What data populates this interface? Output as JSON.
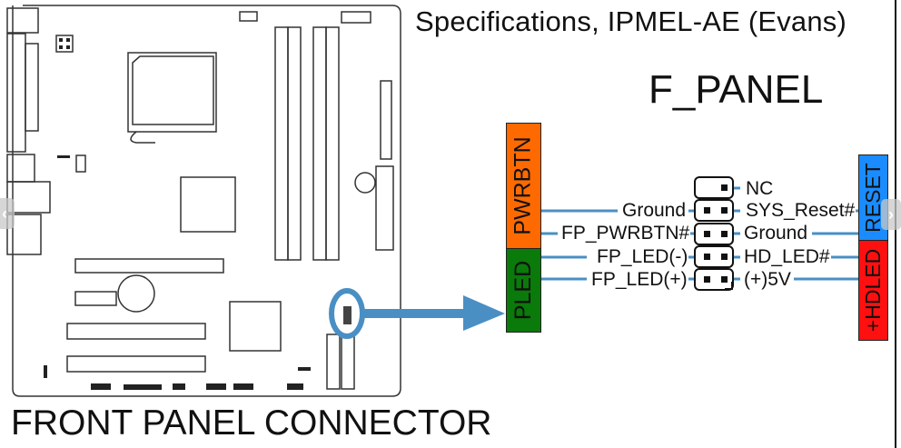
{
  "title": "Specifications, IPMEL-AE (Evans)",
  "header_name": "F_PANEL",
  "caption": "FRONT PANEL CONNECTOR",
  "colors": {
    "pwrbtn": "#ff6a00",
    "pled": "#0a7a0a",
    "reset": "#1a8cff",
    "hdled": "#ff1010",
    "wire": "#4a8fc4",
    "highlight": "#4a8fc4"
  },
  "groups": {
    "pwrbtn": "PWRBTN",
    "pled": "PLED",
    "reset": "RESET",
    "hdled": "+HDLED"
  },
  "pins": {
    "left": [
      "Ground",
      "FP_PWRBTN#",
      "FP_LED(-)",
      "FP_LED(+)"
    ],
    "right": [
      "NC",
      "SYS_Reset#",
      "Ground",
      "HD_LED#",
      "(+)5V"
    ]
  },
  "nav": {
    "prev_icon": "chevron-left",
    "next_icon": "chevron-right"
  }
}
